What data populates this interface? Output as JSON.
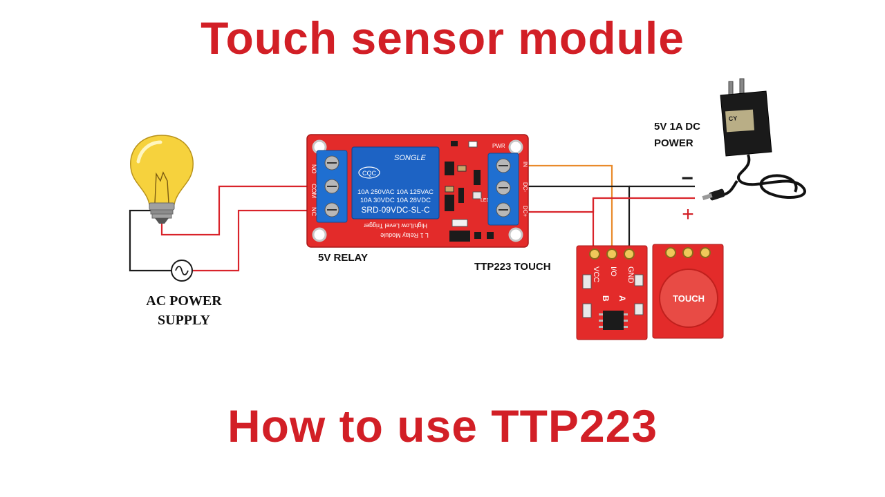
{
  "titles": {
    "top": "Touch sensor module",
    "bottom": "How to use TTP223"
  },
  "labels": {
    "ac_line1": "AC POWER",
    "ac_line2": "SUPPLY",
    "relay": "5V RELAY",
    "touch": "TTP223 TOUCH",
    "dc_line1": "5V 1A DC",
    "dc_line2": "POWER",
    "minus": "−",
    "plus": "+"
  },
  "relay_module": {
    "brand": "SONGLE",
    "rating1": "10A 250VAC  10A 125VAC",
    "rating2": "10A  30VDC  10A  28VDC",
    "model": "SRD-09VDC-SL-C",
    "cqc": "CQC",
    "text_upper": "High/Low Level Trigger",
    "text_lower": "L 1 Relay Module",
    "left_pins": [
      "NO",
      "COM",
      "NC"
    ],
    "right_pins": [
      "IN",
      "DC-",
      "DC+"
    ],
    "pwr": "PWR",
    "led": "LED"
  },
  "touch_module": {
    "pins": [
      "GND",
      "I/O",
      "VCC"
    ],
    "letters": [
      "A",
      "B"
    ],
    "pad_label": "TOUCH"
  },
  "colors": {
    "title": "#d21f26",
    "pcb": "#e32b2a",
    "terminal": "#1f6fd1",
    "relay_body": "#1d63c4",
    "wire_red": "#d9232a",
    "wire_black": "#1a1a1a",
    "wire_orange": "#e98a2a",
    "bulb_glass": "#f6d23d"
  },
  "icons": [
    "light-bulb-icon",
    "ac-source-icon",
    "dc-adapter-icon"
  ]
}
